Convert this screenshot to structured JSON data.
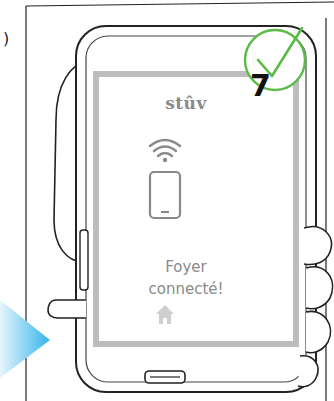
{
  "diagram": {
    "nodes": [
      {
        "text": [
          "stûv",
          "Foyer connecté!"
        ]
      }
    ],
    "labels": [
      ")",
      "7"
    ]
  }
}
